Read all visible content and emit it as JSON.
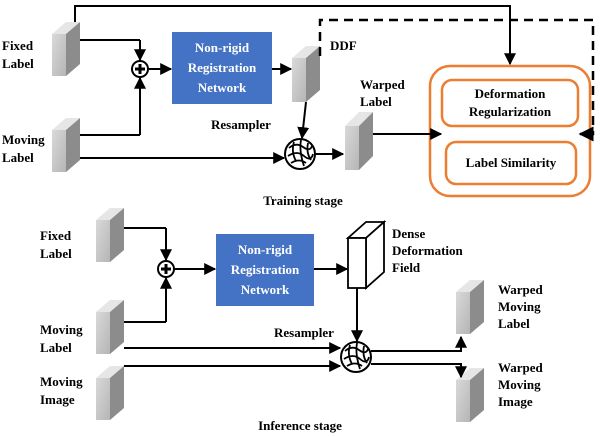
{
  "training": {
    "fixed_label": [
      "Fixed",
      "Label"
    ],
    "moving_label": [
      "Moving",
      "Label"
    ],
    "network": [
      "Non-rigid",
      "Registration",
      "Network"
    ],
    "ddf": "DDF",
    "resampler": "Resampler",
    "warped_label": [
      "Warped",
      "Label"
    ],
    "deformation_regularization": [
      "Deformation",
      "Regularization"
    ],
    "label_similarity": "Label Similarity",
    "stage_title": "Training stage"
  },
  "inference": {
    "fixed_label": [
      "Fixed",
      "Label"
    ],
    "moving_label": [
      "Moving",
      "Label"
    ],
    "moving_image": [
      "Moving",
      "Image"
    ],
    "network": [
      "Non-rigid",
      "Registration",
      "Network"
    ],
    "dense_deformation_field": [
      "Dense",
      "Deformation",
      "Field"
    ],
    "resampler": "Resampler",
    "warped_moving_label": [
      "Warped",
      "Moving",
      "Label"
    ],
    "warped_moving_image": [
      "Warped",
      "Moving",
      "Image"
    ],
    "stage_title": "Inference stage"
  },
  "colors": {
    "network_fill": "#4472c4",
    "loss_border": "#ed7d31",
    "slab_face": "#c8c8c8",
    "slab_side": "#8c8c8c"
  },
  "icons": {
    "sum_node": "circled-plus-icon",
    "resampler_node": "resampler-grid-icon"
  }
}
